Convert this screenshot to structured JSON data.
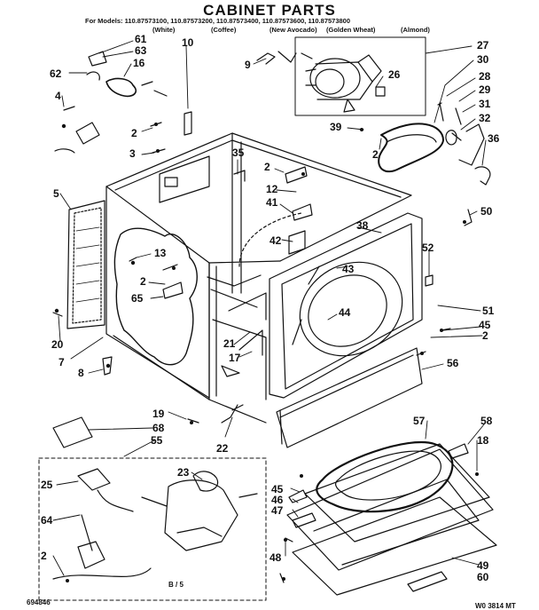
{
  "header": {
    "title": "CABINET PARTS",
    "models": "For Models: 110.87573100, 110.87573200, 110.87573400, 110.87573600, 110.87573800",
    "colors": [
      "(White)",
      "(Coffee)",
      "(New Avocado)",
      "(Golden Wheat)",
      "(Almond)"
    ]
  },
  "callouts": [
    "61",
    "63",
    "10",
    "27",
    "62",
    "16",
    "9",
    "30",
    "4",
    "26",
    "28",
    "29",
    "31",
    "2",
    "39",
    "32",
    "2",
    "3",
    "35",
    "36",
    "2",
    "12",
    "5",
    "41",
    "50",
    "38",
    "13",
    "42",
    "52",
    "2",
    "43",
    "65",
    "44",
    "51",
    "20",
    "21",
    "45",
    "7",
    "17",
    "2",
    "8",
    "56",
    "19",
    "22",
    "68",
    "55",
    "57",
    "58",
    "18",
    "23",
    "25",
    "45",
    "46",
    "64",
    "47",
    "2",
    "48",
    "49",
    "60"
  ],
  "footer": {
    "diagram_number": "694846",
    "sheet": "B / 5",
    "corner_code": "W0 3814 MT"
  },
  "colors": {
    "ink": "#111111",
    "paper": "#ffffff"
  }
}
